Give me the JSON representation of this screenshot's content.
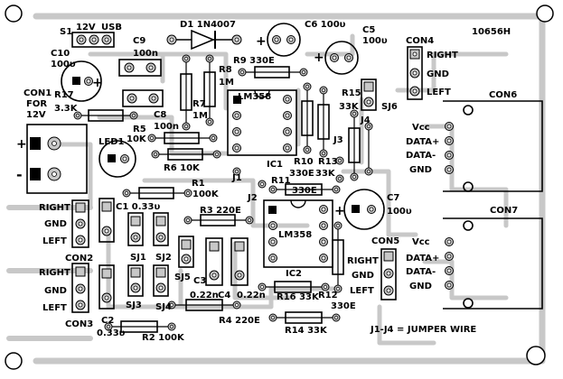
{
  "board": {
    "code": "10656H",
    "note": "J1-J4 = JUMPER WIRE"
  },
  "labels": {
    "s1": "S1",
    "v12": "12V",
    "usb": "USB",
    "d1": "D1 1N4007",
    "c6": "C6 100υ",
    "c5": "C5",
    "c5v": "100υ",
    "con4": "CON4",
    "right": "RIGHT",
    "gnd": "GND",
    "left": "LEFT",
    "c10": "C10",
    "c10v": "100υ",
    "c9": "C9",
    "c9v": "100n",
    "r9": "R9 330E",
    "r8": "R8",
    "r8v": "1M",
    "con1": "CON1",
    "for": "FOR",
    "v12b": "12V",
    "r17": "R17",
    "r17v": "3.3K",
    "r5": "R5",
    "r5v": "10K",
    "c8": "C8",
    "c8v": "100n",
    "r7": "R7",
    "r7v": "1M",
    "lm358a": "LM358",
    "r15": "R15",
    "r15v": "33K",
    "sj6": "SJ6",
    "j4": "J4",
    "j3": "J3",
    "con6": "CON6",
    "vcc": "Vcc",
    "datap": "DATA+",
    "datam": "DATA-",
    "led1": "LED1",
    "r6": "R6 10K",
    "ic1": "IC1",
    "r10": "R10",
    "r10v": "330E",
    "r13": "R13",
    "r13v": "33K",
    "j1": "J1",
    "r11": "R11",
    "r11v": "330E",
    "r1": "R1",
    "r1v": "100K",
    "j2": "J2",
    "c7": "C7",
    "c7v": "100υ",
    "c1": "C1 0.33υ",
    "r3": "R3 220E",
    "lm358b": "LM358",
    "con7": "CON7",
    "sj1": "SJ1",
    "sj2": "SJ2",
    "con2": "CON2",
    "sj5": "SJ5",
    "con5": "CON5",
    "c3": "C3",
    "c3v": "0.22n",
    "c4": "C4",
    "c4v": "0.22n",
    "ic2": "IC2",
    "r16": "R16 33K",
    "r12": "R12",
    "sj3": "SJ3",
    "sj4": "SJ4",
    "con3": "CON3",
    "c2": "C2",
    "c2v": "0.33υ",
    "r2": "R2 100K",
    "r4": "R4 220E",
    "r14": "R14 33K",
    "e330": "330E",
    "plus": "+",
    "minus": "-"
  }
}
